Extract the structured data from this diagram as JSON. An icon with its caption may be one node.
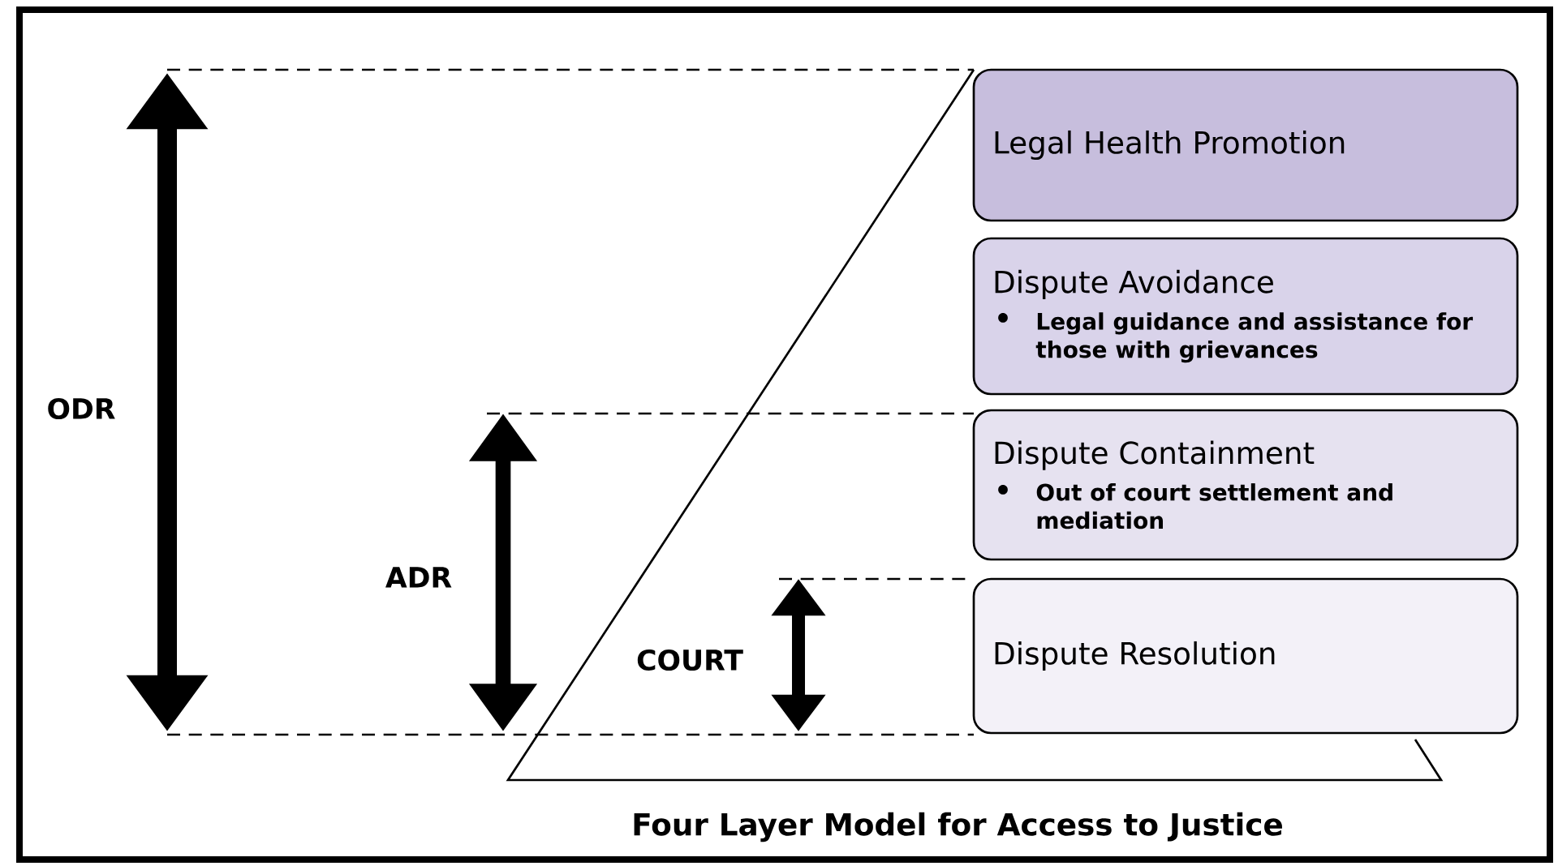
{
  "diagram": {
    "caption": "Four Layer Model for Access to Justice",
    "nodes": [
      {
        "text": [
          "Legal Health Promotion"
        ]
      },
      {
        "text": [
          "Dispute Avoidance",
          "Legal guidance and assistance for those with grievances"
        ]
      },
      {
        "text": [
          "Dispute Containment",
          "Out of court settlement and mediation"
        ]
      },
      {
        "text": [
          "Dispute Resolution"
        ]
      }
    ],
    "labels": [
      "ODR",
      "ADR",
      "COURT"
    ]
  }
}
